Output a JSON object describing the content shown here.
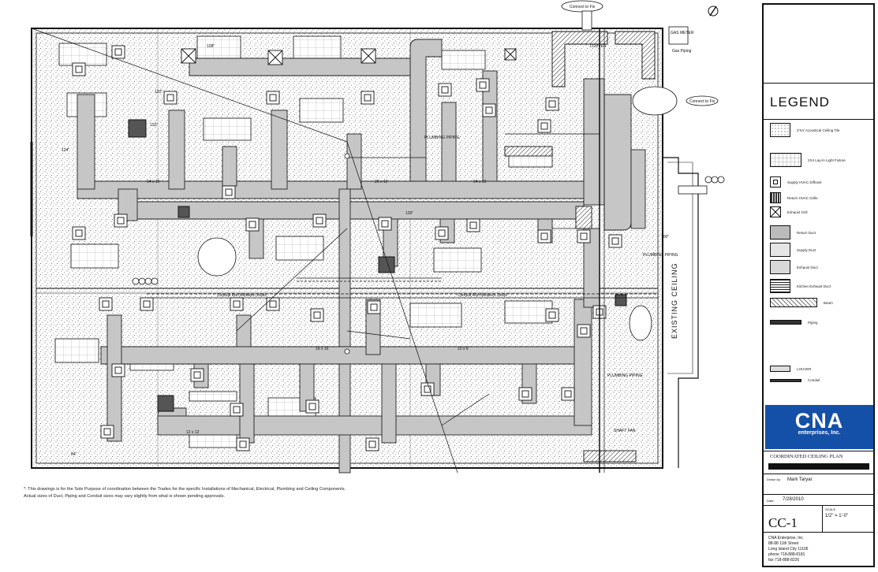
{
  "sheet": {
    "legend_title": "LEGEND",
    "company_logo": {
      "name": "CNA",
      "sub": "enterprises, Inc."
    },
    "drawing_title": "COORDINATED CEILING PLAN",
    "drawn_by_label": "Drawn by:",
    "drawn_by": "Mark Taryar",
    "date_label": "Date:",
    "date": "7/28/2010",
    "scale_label": "SCALE",
    "scale": "1/2\" = 1'-0\"",
    "sheet_number": "CC-1",
    "address": [
      "CNA Enterprise, Inc",
      "88-88 11th Street",
      "Long Island City 11106",
      "phone 718-888-8181",
      "fax 718-888-8226"
    ]
  },
  "note": [
    "*: This drawings is for the Sole Purpose of coordination between the Trades for the specific Installations of Mechanical, Electrical, Plumbing and Ceiling Components.",
    "Actual sizes of Duct, Piping and Conduit sizes may vary slightly from what is shown pending approvals."
  ],
  "legend_items": [
    {
      "icon": "acoustic-tile-icon",
      "label": "2'X4' Acoustical Ceiling Tile"
    },
    {
      "icon": "light-fixture-icon",
      "label": "2X4 Lay-In Light Fixture"
    },
    {
      "icon": "supply-diffuser-icon",
      "label": "Supply HVAC Diffuser"
    },
    {
      "icon": "return-grille-icon",
      "label": "Return HVAC Grille"
    },
    {
      "icon": "exhaust-grille-icon",
      "label": "Exhaust Grill"
    },
    {
      "icon": "return-duct-icon",
      "label": "Return Duct"
    },
    {
      "icon": "supply-duct-icon",
      "label": "Supply Duct"
    },
    {
      "icon": "exhaust-duct-icon",
      "label": "Exhaust Duct"
    },
    {
      "icon": "kitchen-exhaust-icon",
      "label": "Kitchen Exhaust Duct"
    },
    {
      "icon": "beam-icon",
      "label": "Beam"
    },
    {
      "icon": "piping-icon",
      "label": "Piping"
    },
    {
      "icon": "louver-icon",
      "label": "LOUVER"
    },
    {
      "icon": "conduit-icon",
      "label": "Conduit"
    }
  ],
  "plan": {
    "duct_sizes": [
      "14 x 10",
      "24 x 12",
      "20 x 12",
      "18 x 16",
      "12 x 12",
      "10 x 8"
    ],
    "heights": [
      "120\"",
      "108\"",
      "124\"",
      "126\"",
      "132\"",
      "100\"",
      "84\""
    ],
    "labels": {
      "plumbing_1": "PLUMBING PIPING",
      "plumbing_2": "PLUMBING PIPING",
      "plumbing_3": "PLUMBING PIPING",
      "conduit_run_1": "Conduit Run Between Joists",
      "conduit_run_2": "Conduit Run Between Joists",
      "existing_ceiling": "EXISTING CEILING",
      "gas_meter": "GAS METER",
      "gas_note": "Gas Piping",
      "connect_1": "Connect to Fix",
      "connect_2": "Connect to Fix",
      "shaft_fan": "SHAFT FAN",
      "louver": "LOUVER"
    }
  }
}
